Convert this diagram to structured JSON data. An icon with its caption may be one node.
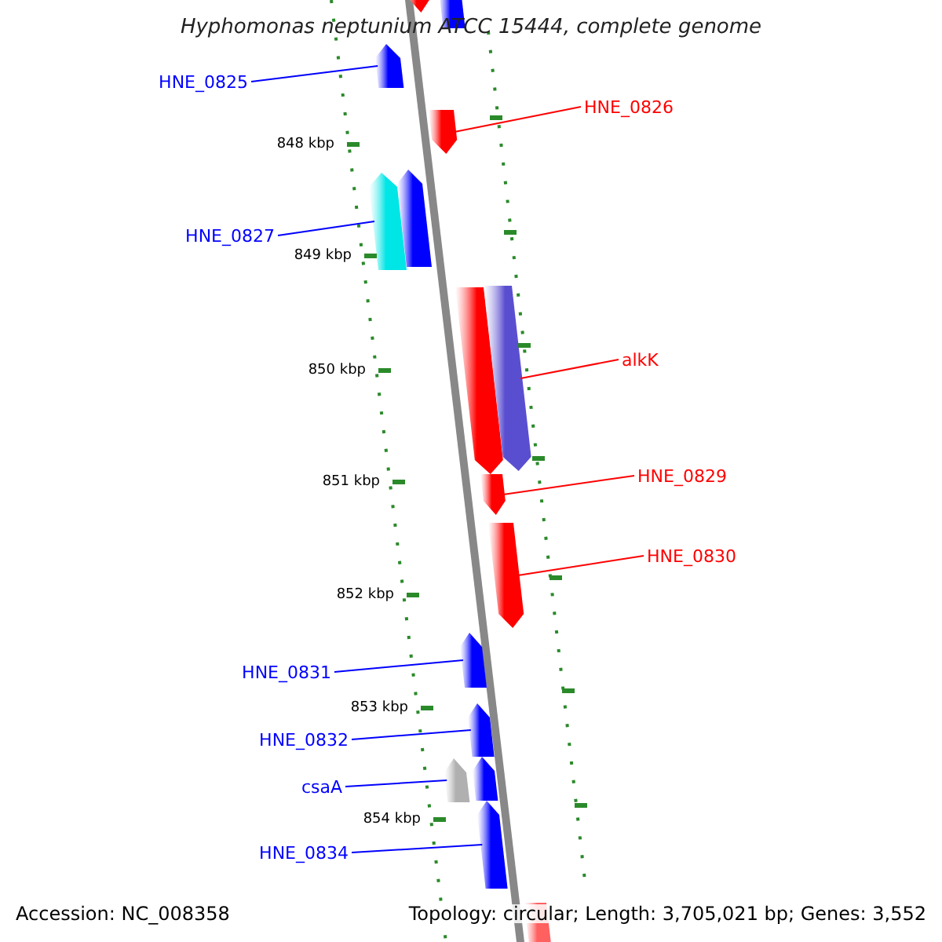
{
  "diagram": {
    "title": "Hyphomonas neptunium ATCC 15444, complete genome",
    "nodes": [
      {
        "text": [],
        "shape": "bar"
      },
      {
        "text": [],
        "shape": "bar"
      },
      {
        "text": [
          "HNE_0825"
        ]
      },
      {
        "text": [],
        "shape": "bar"
      },
      {
        "text": [
          "HNE_0826"
        ]
      },
      {
        "text": [],
        "shape": "bar"
      },
      {
        "text": [
          "HNE_0827"
        ]
      },
      {
        "text": [],
        "shape": "bar"
      },
      {
        "text": [],
        "shape": "bar"
      },
      {
        "text": [],
        "shape": "bar"
      },
      {
        "text": [
          "alkK"
        ]
      },
      {
        "text": [],
        "shape": "bar"
      },
      {
        "text": [
          "HNE_0829"
        ]
      },
      {
        "text": [],
        "shape": "bar"
      },
      {
        "text": [
          "HNE_0830"
        ]
      },
      {
        "text": [],
        "shape": "bar"
      },
      {
        "text": [
          "HNE_0831"
        ]
      },
      {
        "text": [],
        "shape": "bar"
      },
      {
        "text": [
          "HNE_0832"
        ]
      },
      {
        "text": [],
        "shape": "bar"
      },
      {
        "text": [
          "csaA"
        ]
      },
      {
        "text": [],
        "shape": "bar"
      },
      {
        "text": [],
        "shape": "bar"
      },
      {
        "text": [
          "HNE_0834"
        ]
      },
      {
        "text": [],
        "shape": "bar"
      },
      {
        "text": [],
        "shape": "bar"
      }
    ],
    "edges": [
      {
        "from": 2,
        "to": 3,
        "arrow": "none"
      },
      {
        "from": 4,
        "to": 5,
        "arrow": "none",
        "color": "#ff0000"
      },
      {
        "from": 6,
        "to": 7,
        "arrow": "none"
      },
      {
        "from": 10,
        "to": 11,
        "arrow": "none",
        "color": "#ff0000"
      },
      {
        "from": 12,
        "to": 13,
        "arrow": "none",
        "color": "#ff0000"
      },
      {
        "from": 14,
        "to": 15,
        "arrow": "none",
        "color": "#ff0000"
      },
      {
        "from": 16,
        "to": 17,
        "arrow": "none"
      },
      {
        "from": 18,
        "to": 19,
        "arrow": "none"
      },
      {
        "from": 20,
        "to": 21,
        "arrow": "none"
      },
      {
        "from": 23,
        "to": 24,
        "arrow": "none"
      }
    ],
    "labels": [
      "848 kbp",
      "849 kbp",
      "850 kbp",
      "851 kbp",
      "852 kbp",
      "853 kbp",
      "854 kbp",
      "Accession: NC_008358",
      "Topology: circular; Length: 3,705,021 bp; Genes: 3,552"
    ]
  }
}
